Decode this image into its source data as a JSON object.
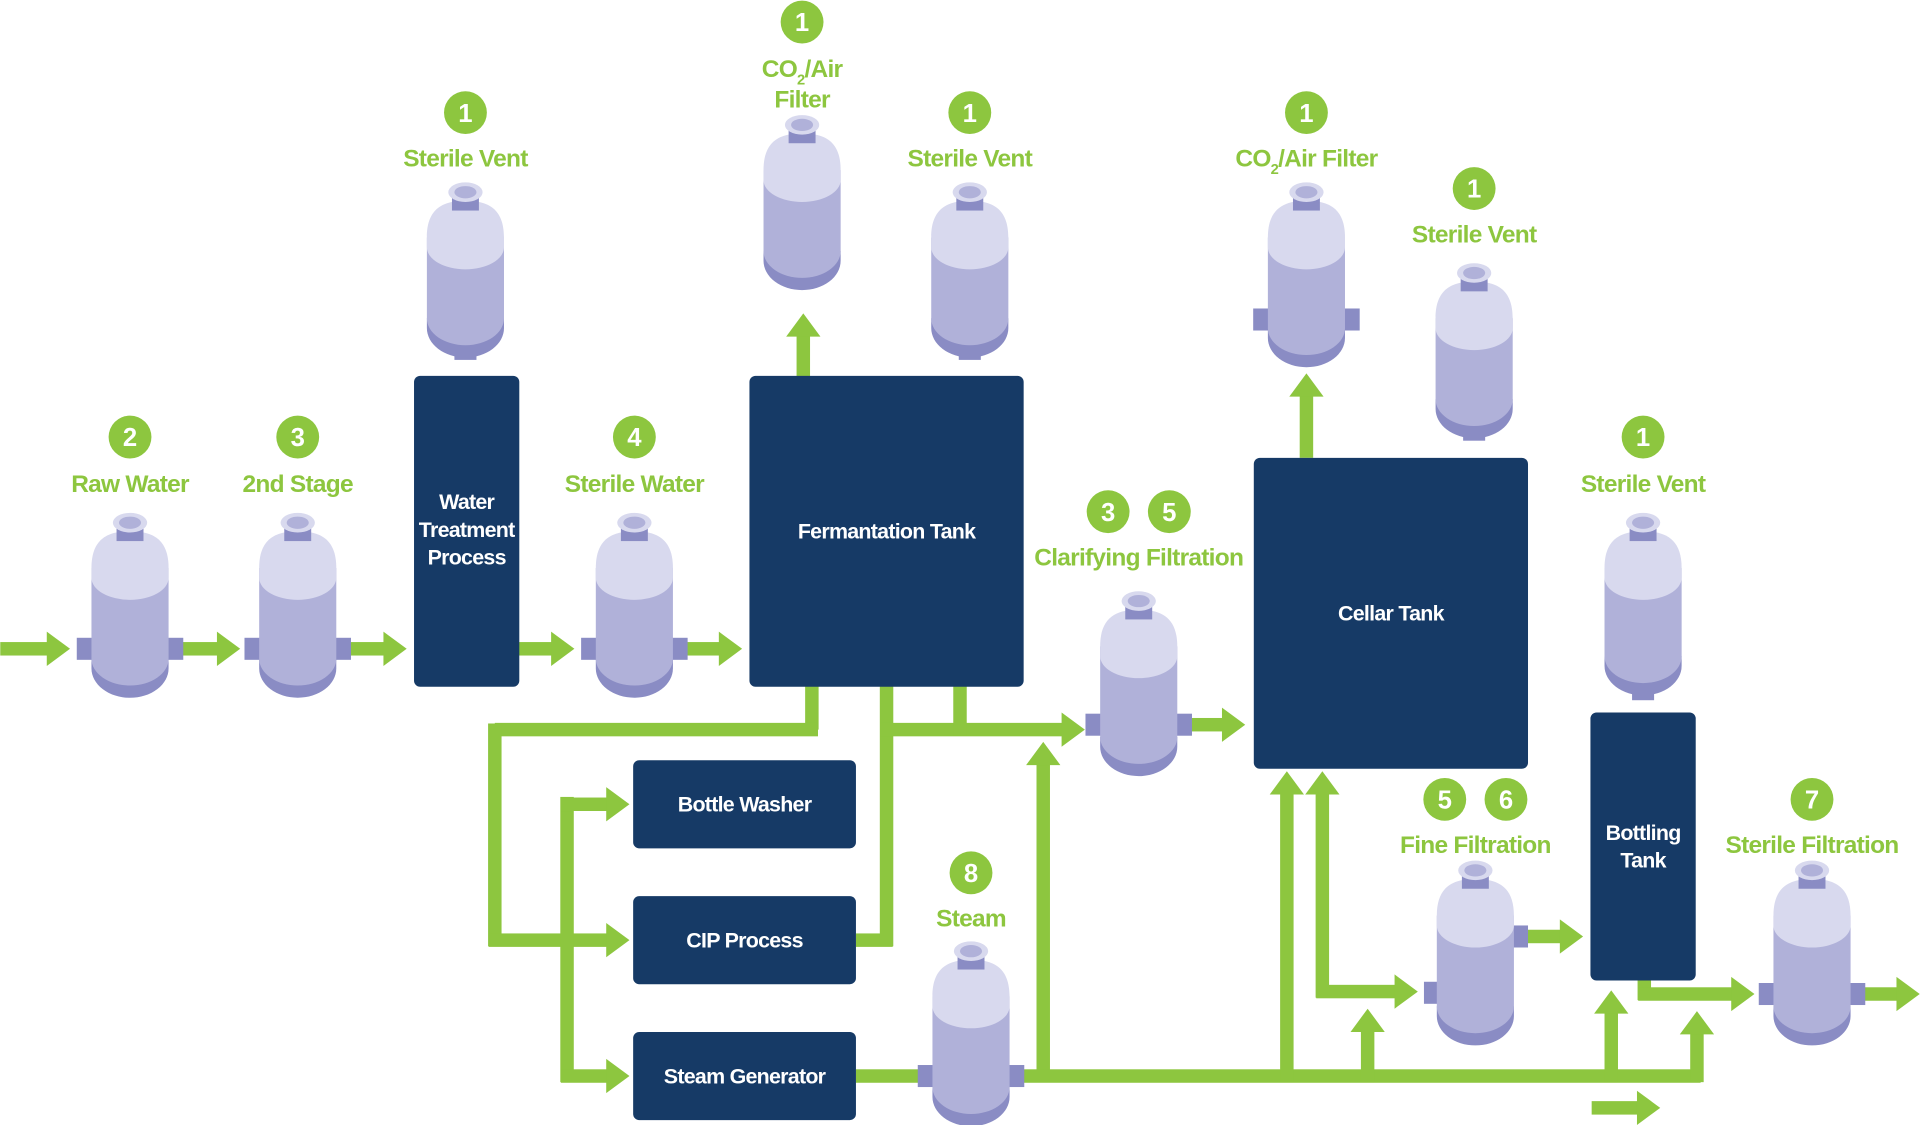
{
  "title": "Brewery filtration process flow",
  "colors": {
    "pipe": "#8dc63f",
    "badge": "#8dc63f",
    "label": "#8dc63f",
    "process_box": "#163a66",
    "process_text": "#ffffff",
    "vessel_top": "#d8d9ee",
    "vessel_body": "#b0b1d9",
    "vessel_dark": "#8a8cc4"
  },
  "process_boxes": {
    "water_treatment": {
      "lines": [
        "Water",
        "Treatment",
        "Process"
      ]
    },
    "fermentation_tank": {
      "lines": [
        "Fermantation Tank"
      ]
    },
    "cellar_tank": {
      "lines": [
        "Cellar Tank"
      ]
    },
    "bottling_tank": {
      "lines": [
        "Bottling",
        "Tank"
      ]
    },
    "bottle_washer": {
      "lines": [
        "Bottle Washer"
      ]
    },
    "cip_process": {
      "lines": [
        "CIP Process"
      ]
    },
    "steam_generator": {
      "lines": [
        "Steam Generator"
      ]
    }
  },
  "filter_stations": [
    {
      "id": "raw-water",
      "badges": [
        "2"
      ],
      "label": "Raw Water"
    },
    {
      "id": "second-stage",
      "badges": [
        "3"
      ],
      "label": "2nd Stage"
    },
    {
      "id": "sterile-vent-water",
      "badges": [
        "1"
      ],
      "label": "Sterile Vent"
    },
    {
      "id": "sterile-water",
      "badges": [
        "4"
      ],
      "label": "Sterile Water"
    },
    {
      "id": "co2-air-filter-fermentation",
      "badges": [
        "1"
      ],
      "label_lines": [
        "CO",
        "2",
        "/Air",
        "Filter"
      ]
    },
    {
      "id": "sterile-vent-fermentation",
      "badges": [
        "1"
      ],
      "label": "Sterile Vent"
    },
    {
      "id": "clarifying-filtration",
      "badges": [
        "3",
        "5"
      ],
      "label": "Clarifying Filtration"
    },
    {
      "id": "co2-air-filter-cellar",
      "badges": [
        "1"
      ],
      "label_lines": [
        "CO",
        "2",
        "/Air Filter"
      ]
    },
    {
      "id": "sterile-vent-cellar",
      "badges": [
        "1"
      ],
      "label": "Sterile Vent"
    },
    {
      "id": "sterile-vent-bottling",
      "badges": [
        "1"
      ],
      "label": "Sterile Vent"
    },
    {
      "id": "fine-filtration",
      "badges": [
        "5",
        "6"
      ],
      "label": "Fine Filtration"
    },
    {
      "id": "sterile-filtration",
      "badges": [
        "7"
      ],
      "label": "Sterile Filtration"
    },
    {
      "id": "steam",
      "badges": [
        "8"
      ],
      "label": "Steam"
    }
  ]
}
